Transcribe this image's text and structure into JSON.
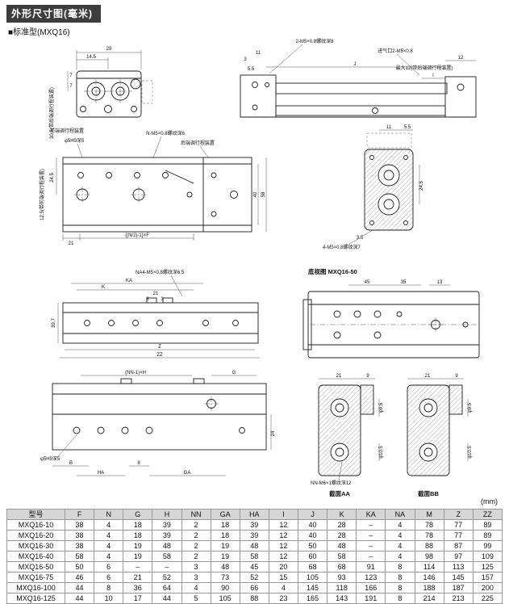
{
  "page": {
    "title": "外形尺寸图(毫米)",
    "subtitle": "■标准型(MXQ16)",
    "unit_label": "(mm)"
  },
  "drawings": {
    "front_view": {
      "dim_29": "29",
      "dim_14_5": "14.5",
      "dim_7a": "7",
      "dim_7b": "7",
      "note_left": "30.5(带后端调行程装置)"
    },
    "side_view": {
      "note_thread": "2-M5×0.8螺纹深8",
      "note_port": "进气口2-M5×0.8",
      "note_max": "最大12(带后端调行程装置)",
      "dim_3": "3",
      "dim_11": "11",
      "dim_5_5": "5.5",
      "dim_J": "J",
      "dim_I": "I",
      "dim_12": "12"
    },
    "top_view": {
      "note_front_adj": "前端调行程装置",
      "note_rear_adj": "后端调行程装置",
      "note_hole": "φ5H9深5",
      "note_thread": "N-M5×0.8螺纹深6",
      "note_left": "12.5(带前端调行程装置)",
      "dim_24_5": "24.5",
      "dim_40": "40",
      "dim_58": "58",
      "dim_21": "21",
      "dim_pitch": "{(N/2)-1}×F"
    },
    "section_right": {
      "dim_11": "11",
      "dim_5_5": "5.5",
      "dim_24_5": "24.5",
      "dim_3_5": "3.5",
      "note_thread": "4-M5×0.8螺纹深7"
    },
    "profile_view": {
      "note_thread": "NA4-M5×0.8螺纹深6.5",
      "dim_KA": "KA",
      "dim_K": "K",
      "dim_21": "21",
      "dim_8": "8",
      "dim_3": "3",
      "dim_39_7": "39.7",
      "dim_Z": "Z",
      "dim_ZZ": "ZZ"
    },
    "bottom_view": {
      "title": "底视图 MXQ16-50",
      "dim_45": "45",
      "dim_35": "35",
      "dim_13": "13"
    },
    "lower_side_view": {
      "dim_pitch": "(NN-1)×H",
      "dim_G": "G",
      "dim_24": "24",
      "dim_8": "8",
      "dim_B": "B",
      "dim_HA": "HA",
      "dim_GA": "GA",
      "note_hole": "φ5H9深5"
    },
    "sections": {
      "aa_dim_21": "21",
      "aa_dim_9": "9",
      "bb_dim_21": "21",
      "bb_dim_9": "9",
      "dia_9_5": "φ9.5",
      "dia_10_5": "φ10.5",
      "note_thread": "NN-M6×1螺纹深12",
      "label_aa": "截面AA",
      "label_bb": "截面BB"
    }
  },
  "table": {
    "headers": [
      "型号",
      "F",
      "N",
      "G",
      "H",
      "NN",
      "GA",
      "HA",
      "I",
      "J",
      "K",
      "KA",
      "NA",
      "M",
      "Z",
      "ZZ"
    ],
    "rows": [
      [
        "MXQ16-10",
        "38",
        "4",
        "18",
        "39",
        "2",
        "18",
        "39",
        "12",
        "40",
        "28",
        "–",
        "4",
        "78",
        "77",
        "89"
      ],
      [
        "MXQ16-20",
        "38",
        "4",
        "18",
        "39",
        "2",
        "18",
        "39",
        "12",
        "40",
        "28",
        "–",
        "4",
        "78",
        "77",
        "89"
      ],
      [
        "MXQ16-30",
        "38",
        "4",
        "19",
        "48",
        "2",
        "19",
        "48",
        "12",
        "50",
        "48",
        "–",
        "4",
        "88",
        "87",
        "99"
      ],
      [
        "MXQ16-40",
        "58",
        "4",
        "19",
        "58",
        "2",
        "19",
        "58",
        "12",
        "60",
        "58",
        "–",
        "4",
        "98",
        "97",
        "109"
      ],
      [
        "MXQ16-50",
        "50",
        "6",
        "–",
        "–",
        "3",
        "48",
        "45",
        "20",
        "68",
        "68",
        "91",
        "8",
        "114",
        "113",
        "125"
      ],
      [
        "MXQ16-75",
        "46",
        "6",
        "21",
        "52",
        "3",
        "73",
        "52",
        "15",
        "105",
        "93",
        "123",
        "8",
        "146",
        "145",
        "157"
      ],
      [
        "MXQ16-100",
        "44",
        "8",
        "36",
        "64",
        "4",
        "90",
        "66",
        "4",
        "145",
        "118",
        "166",
        "8",
        "188",
        "187",
        "200"
      ],
      [
        "MXQ16-125",
        "44",
        "10",
        "17",
        "44",
        "5",
        "105",
        "88",
        "23",
        "165",
        "143",
        "191",
        "8",
        "214",
        "213",
        "225"
      ]
    ]
  }
}
